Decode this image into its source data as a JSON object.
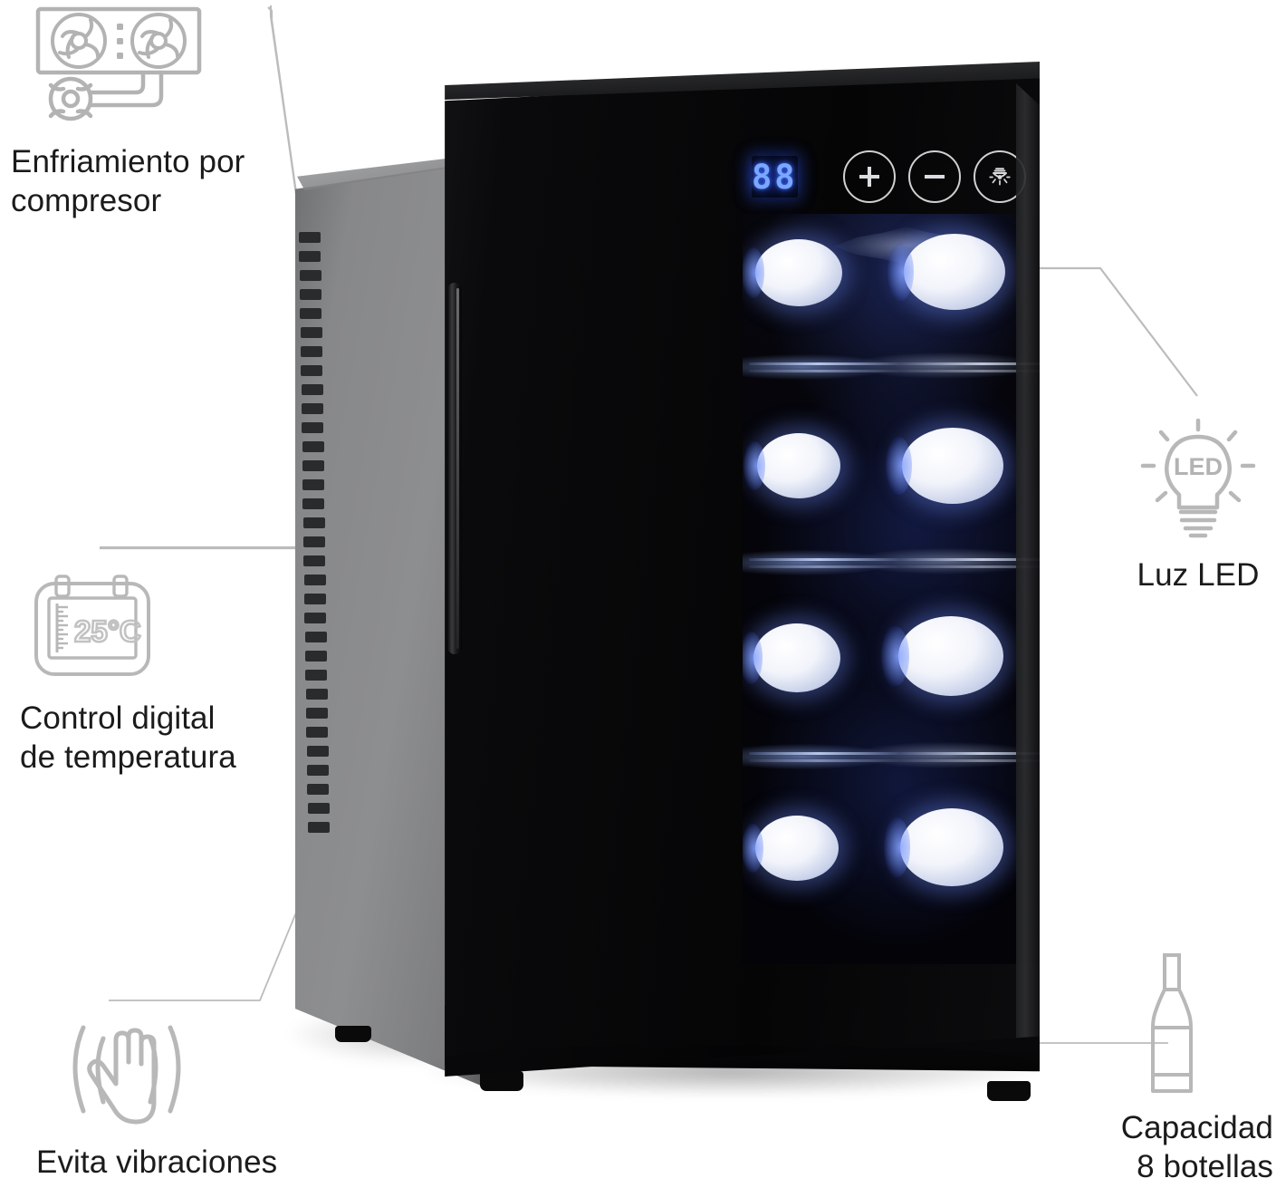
{
  "page": {
    "background_color": "#ffffff",
    "text_color": "#1b1b1b",
    "icon_color": "#b3b3b3",
    "connector_color": "#b8b8b8",
    "product_name": "wine-cooler-refrigerator"
  },
  "features": [
    {
      "id": "compressor-cooling",
      "icon": "compressor-fans-icon",
      "label": "Enfriamiento por\ncompresor"
    },
    {
      "id": "digital-temperature-control",
      "icon": "digital-thermostat-icon",
      "icon_display_value": "25°C",
      "label": "Control digital\nde temperatura"
    },
    {
      "id": "anti-vibration",
      "icon": "hand-vibration-icon",
      "label": "Evita vibraciones"
    },
    {
      "id": "led-light",
      "icon": "led-bulb-icon",
      "icon_display_value": "LED",
      "label": "Luz LED"
    },
    {
      "id": "bottle-capacity",
      "icon": "wine-bottle-icon",
      "label": "Capacidad\n8 botellas"
    }
  ],
  "product": {
    "control_panel": {
      "display_value": "88",
      "display_color": "#7aa7ff",
      "buttons": [
        {
          "id": "temperature-up-button",
          "glyph": "plus"
        },
        {
          "id": "temperature-down-button",
          "glyph": "minus"
        },
        {
          "id": "interior-light-button",
          "glyph": "lamp"
        }
      ]
    },
    "interior": {
      "bottle_cap_count": 8,
      "shelf_count": 3,
      "backlight_color": "#3c64eb"
    }
  }
}
